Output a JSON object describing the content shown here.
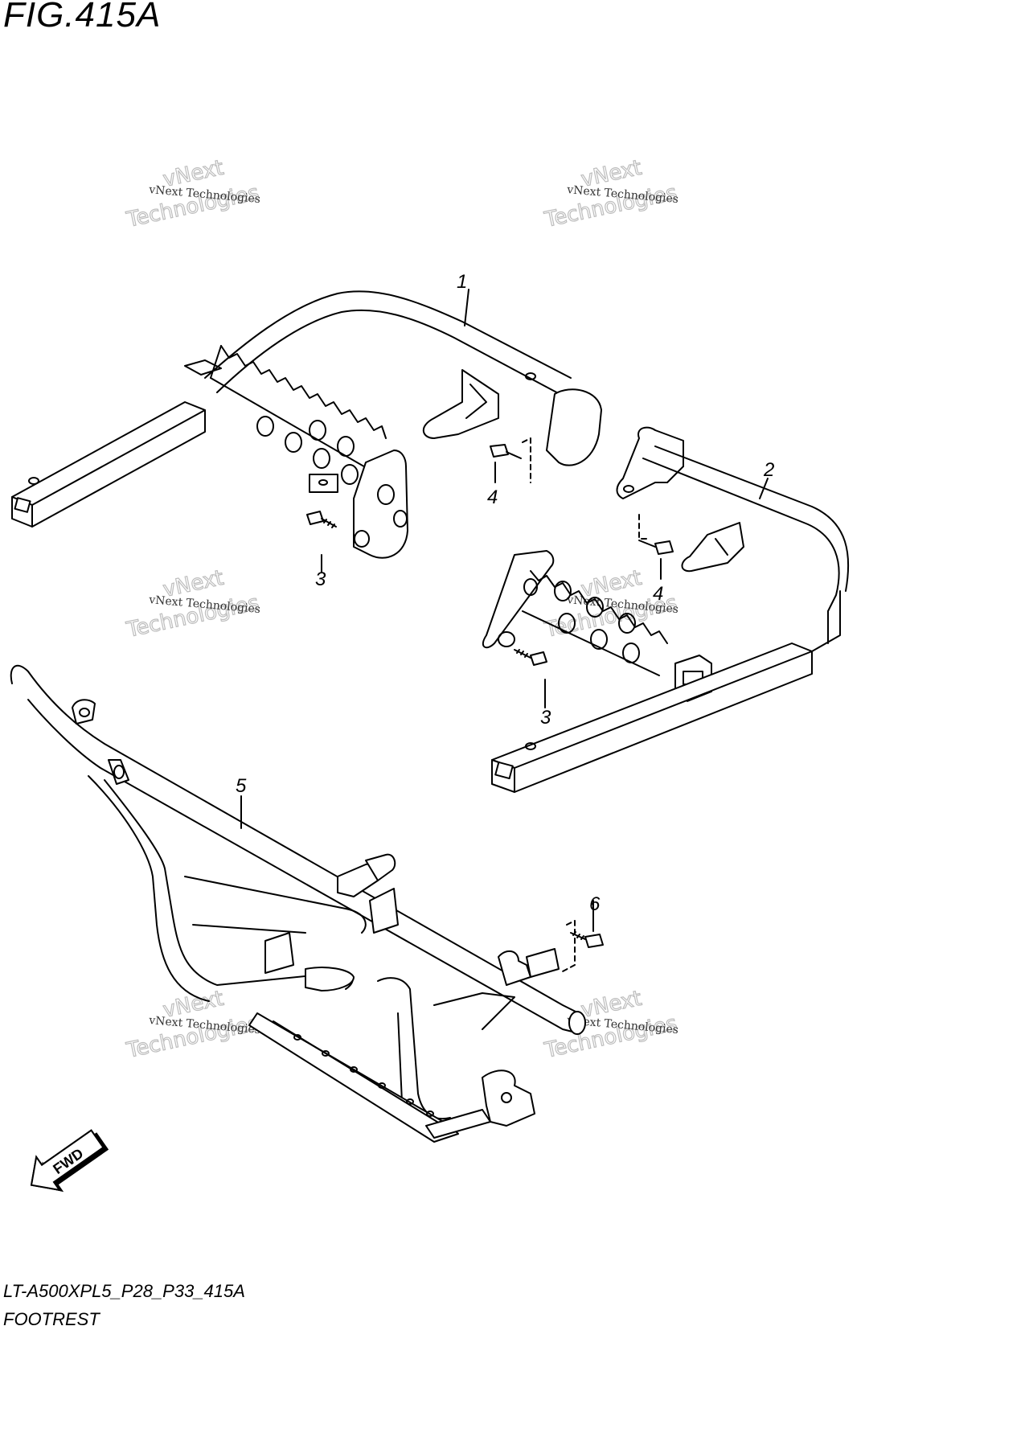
{
  "figure": {
    "title": "FIG.415A",
    "model_code": "LT-A500XPL5_P28_P33_415A",
    "section_name": "FOOTREST"
  },
  "callouts": {
    "p1": "1",
    "p2": "2",
    "p3a": "3",
    "p3b": "3",
    "p4a": "4",
    "p4b": "4",
    "p5": "5",
    "p6": "6"
  },
  "direction_badge": "FWD",
  "watermark": {
    "line_small": "vNext Technologies",
    "line_big_top": "vNext",
    "line_big_bottom": "Technologies"
  }
}
